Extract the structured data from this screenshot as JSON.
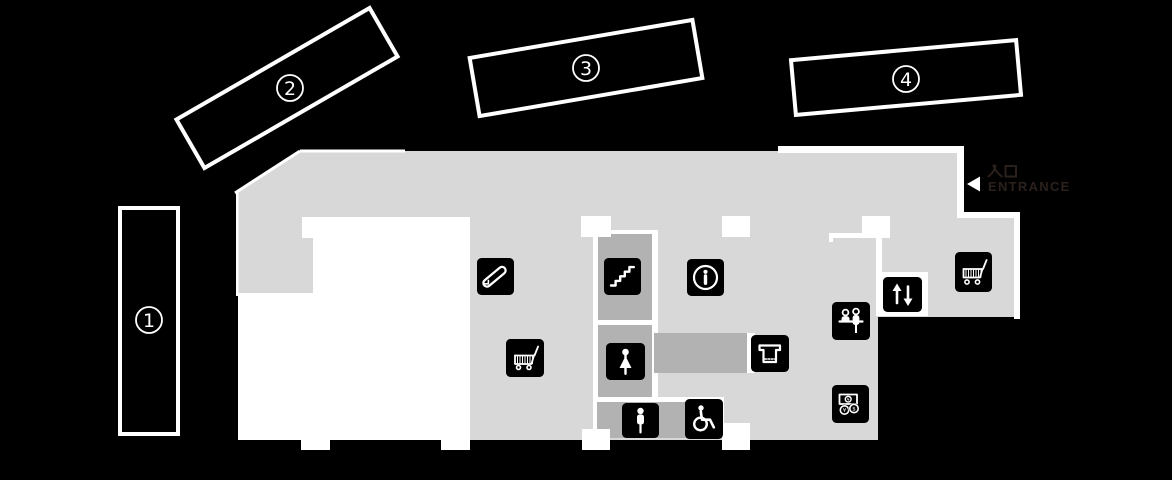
{
  "map_type": "station-floor-map",
  "platforms": [
    {
      "id": "platform-1",
      "label": "1"
    },
    {
      "id": "platform-2",
      "label": "2"
    },
    {
      "id": "platform-3",
      "label": "3"
    },
    {
      "id": "platform-4",
      "label": "4"
    }
  ],
  "entrance": {
    "label_ja": "入口",
    "label_en": "ENTRANCE",
    "arrow_direction": "left"
  },
  "facilities": [
    {
      "icon": "escalator-icon",
      "meaning": "escalator"
    },
    {
      "icon": "stairs-icon",
      "meaning": "stairs"
    },
    {
      "icon": "information-icon",
      "meaning": "information"
    },
    {
      "icon": "shopping-cart-icon",
      "meaning": "shopping carts"
    },
    {
      "icon": "womens-restroom-icon",
      "meaning": "women's restroom"
    },
    {
      "icon": "atm-icon",
      "meaning": "ticket / card machine"
    },
    {
      "icon": "mens-restroom-icon",
      "meaning": "men's restroom"
    },
    {
      "icon": "accessible-restroom-icon",
      "meaning": "wheelchair accessible restroom"
    },
    {
      "icon": "elevator-icon",
      "meaning": "elevator"
    },
    {
      "icon": "shopping-cart-icon",
      "meaning": "shopping carts"
    },
    {
      "icon": "service-counter-icon",
      "meaning": "staffed service counter"
    },
    {
      "icon": "cash-icon",
      "meaning": "cash / money exchange"
    }
  ],
  "colors": {
    "background": "#000000",
    "floor": "#d8d8d8",
    "inner_rooms": "#b2b2b2",
    "open_room": "#ffffff",
    "walls_and_borders": "#ffffff",
    "icon_background": "#000000",
    "icon_glyph": "#ffffff",
    "entrance_text": "#2b211c"
  }
}
